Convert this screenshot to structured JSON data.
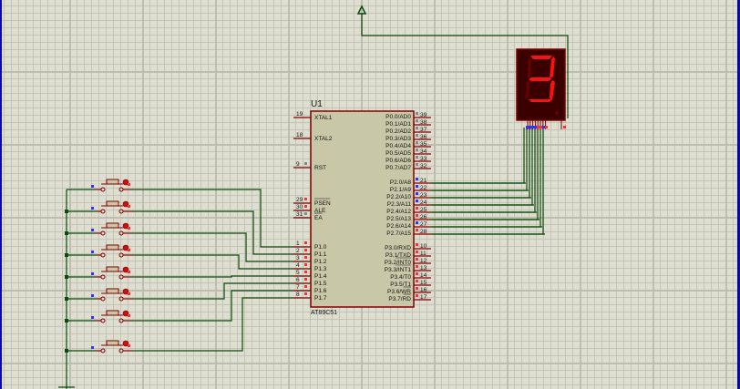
{
  "app": "Proteus ISIS schematic",
  "colors": {
    "wire": "#0a4a0a",
    "component": "#800000",
    "chip_fill": "#c8c8a8",
    "pin_high": "#ff3030",
    "pin_low": "#3030ff",
    "pin_float": "#888888",
    "segment_on": "#ff1010",
    "segment_off": "#6a0000",
    "display_bg": "#3a0000"
  },
  "power": {
    "symbol": "power-terminal-arrow"
  },
  "chip": {
    "ref": "U1",
    "part": "AT89C51",
    "left_pins": [
      {
        "num": "19",
        "name": "XTAL1",
        "state": "none"
      },
      {
        "num": "18",
        "name": "XTAL2",
        "state": "none"
      },
      {
        "num": "9",
        "name": "RST",
        "state": "float"
      },
      {
        "num": "29",
        "name": "PSEN",
        "state": "high",
        "overbar": true
      },
      {
        "num": "30",
        "name": "ALE",
        "state": "high"
      },
      {
        "num": "31",
        "name": "EA",
        "state": "float",
        "overbar": true
      },
      {
        "num": "1",
        "name": "P1.0",
        "state": "high"
      },
      {
        "num": "2",
        "name": "P1.1",
        "state": "high"
      },
      {
        "num": "3",
        "name": "P1.2",
        "state": "high"
      },
      {
        "num": "4",
        "name": "P1.3",
        "state": "high"
      },
      {
        "num": "5",
        "name": "P1.4",
        "state": "high"
      },
      {
        "num": "6",
        "name": "P1.5",
        "state": "high"
      },
      {
        "num": "7",
        "name": "P1.6",
        "state": "high"
      },
      {
        "num": "8",
        "name": "P1.7",
        "state": "high"
      }
    ],
    "right_pins": [
      {
        "num": "39",
        "name": "P0.0/AD0",
        "state": "float"
      },
      {
        "num": "38",
        "name": "P0.1/AD1",
        "state": "float"
      },
      {
        "num": "37",
        "name": "P0.2/AD2",
        "state": "float"
      },
      {
        "num": "36",
        "name": "P0.3/AD3",
        "state": "float"
      },
      {
        "num": "35",
        "name": "P0.4/AD4",
        "state": "float"
      },
      {
        "num": "34",
        "name": "P0.5/AD5",
        "state": "float"
      },
      {
        "num": "33",
        "name": "P0.6/AD6",
        "state": "float"
      },
      {
        "num": "32",
        "name": "P0.7/AD7",
        "state": "float"
      },
      {
        "num": "21",
        "name": "P2.0/A8",
        "state": "low"
      },
      {
        "num": "22",
        "name": "P2.1/A9",
        "state": "low"
      },
      {
        "num": "23",
        "name": "P2.2/A10",
        "state": "low"
      },
      {
        "num": "24",
        "name": "P2.3/A11",
        "state": "low"
      },
      {
        "num": "25",
        "name": "P2.4/A12",
        "state": "high"
      },
      {
        "num": "26",
        "name": "P2.5/A13",
        "state": "high"
      },
      {
        "num": "27",
        "name": "P2.6/A14",
        "state": "low"
      },
      {
        "num": "28",
        "name": "P2.7/A15",
        "state": "high"
      },
      {
        "num": "10",
        "name": "P3.0/RXD",
        "state": "high"
      },
      {
        "num": "11",
        "name": "P3.1/TXD",
        "state": "high"
      },
      {
        "num": "12",
        "name": "P3.2/INT0",
        "state": "high",
        "overbar_part": "INT0"
      },
      {
        "num": "13",
        "name": "P3.3/INT1",
        "state": "high",
        "overbar_part": "INT1"
      },
      {
        "num": "14",
        "name": "P3.4/T0",
        "state": "high"
      },
      {
        "num": "15",
        "name": "P3.5/T1",
        "state": "high"
      },
      {
        "num": "16",
        "name": "P3.6/WR",
        "state": "high",
        "overbar_part": "WR"
      },
      {
        "num": "17",
        "name": "P3.7/RD",
        "state": "high",
        "overbar_part": "RD"
      }
    ]
  },
  "display": {
    "type": "7-segment common-anode",
    "digit": "3",
    "segments_on": {
      "a": true,
      "b": true,
      "c": true,
      "d": true,
      "e": false,
      "f": false,
      "g": true,
      "dp": false
    },
    "pin_states": [
      "low",
      "low",
      "low",
      "low",
      "high",
      "high",
      "low",
      "high"
    ],
    "common_state": "high"
  },
  "switches": [
    {
      "id": "SW1",
      "net": "P1.0"
    },
    {
      "id": "SW2",
      "net": "P1.1"
    },
    {
      "id": "SW3",
      "net": "P1.2"
    },
    {
      "id": "SW4",
      "net": "P1.3"
    },
    {
      "id": "SW5",
      "net": "P1.4"
    },
    {
      "id": "SW6",
      "net": "P1.5"
    },
    {
      "id": "SW7",
      "net": "P1.6"
    },
    {
      "id": "SW8",
      "net": "P1.7"
    }
  ]
}
